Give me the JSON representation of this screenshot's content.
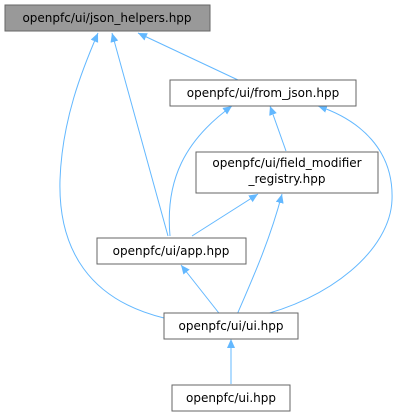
{
  "diagram": {
    "type": "dependency-graph",
    "edge_color": "#63b8ff",
    "node_border_color": "#666666",
    "highlight_fill": "#999999",
    "nodes": [
      {
        "id": "json_helpers",
        "lines": [
          "openpfc/ui/json_helpers.hpp"
        ],
        "highlighted": true
      },
      {
        "id": "from_json",
        "lines": [
          "openpfc/ui/from_json.hpp"
        ],
        "highlighted": false
      },
      {
        "id": "field_modifier_registry",
        "lines": [
          "openpfc/ui/field_modifier",
          "_registry.hpp"
        ],
        "highlighted": false
      },
      {
        "id": "app",
        "lines": [
          "openpfc/ui/app.hpp"
        ],
        "highlighted": false
      },
      {
        "id": "ui_ui",
        "lines": [
          "openpfc/ui/ui.hpp"
        ],
        "highlighted": false
      },
      {
        "id": "ui",
        "lines": [
          "openpfc/ui.hpp"
        ],
        "highlighted": false
      }
    ],
    "edges": [
      {
        "from": "from_json",
        "to": "json_helpers"
      },
      {
        "from": "app",
        "to": "json_helpers"
      },
      {
        "from": "ui_ui",
        "to": "json_helpers"
      },
      {
        "from": "field_modifier_registry",
        "to": "from_json"
      },
      {
        "from": "app",
        "to": "from_json"
      },
      {
        "from": "ui_ui",
        "to": "from_json"
      },
      {
        "from": "app",
        "to": "field_modifier_registry"
      },
      {
        "from": "ui_ui",
        "to": "field_modifier_registry"
      },
      {
        "from": "ui_ui",
        "to": "app"
      },
      {
        "from": "ui",
        "to": "ui_ui"
      }
    ]
  }
}
